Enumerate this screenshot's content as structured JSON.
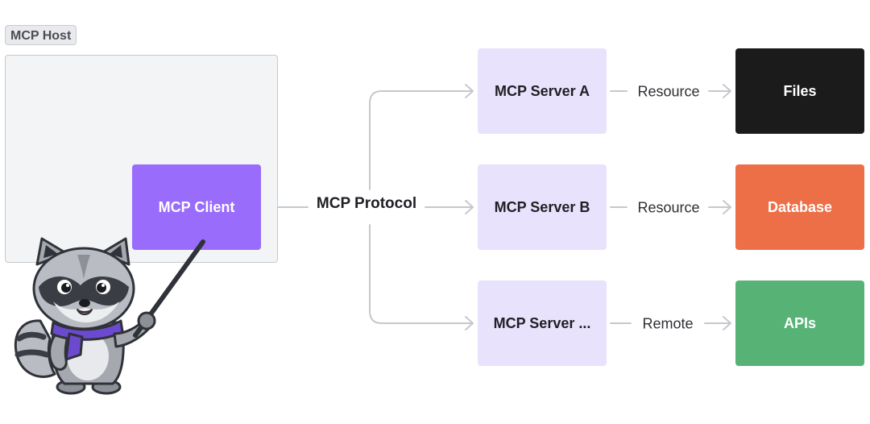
{
  "host": {
    "label": "MCP Host"
  },
  "client": {
    "label": "MCP Client",
    "color": "#9a6cfb"
  },
  "protocol": {
    "label": "MCP Protocol"
  },
  "servers": [
    {
      "label": "MCP Server A"
    },
    {
      "label": "MCP Server B"
    },
    {
      "label": "MCP Server ..."
    }
  ],
  "connections": [
    {
      "label": "Resource"
    },
    {
      "label": "Resource"
    },
    {
      "label": "Remote"
    }
  ],
  "resources": [
    {
      "label": "Files",
      "color": "#1b1b1b"
    },
    {
      "label": "Database",
      "color": "#ec6f48"
    },
    {
      "label": "APIs",
      "color": "#56b375"
    }
  ],
  "colors": {
    "server_fill": "#e8e2fc",
    "host_fill": "#f3f4f6",
    "connector": "#c5c8cd",
    "scarf": "#6c4ad0"
  },
  "mascot": {
    "name": "raccoon-mascot-with-pointer"
  }
}
